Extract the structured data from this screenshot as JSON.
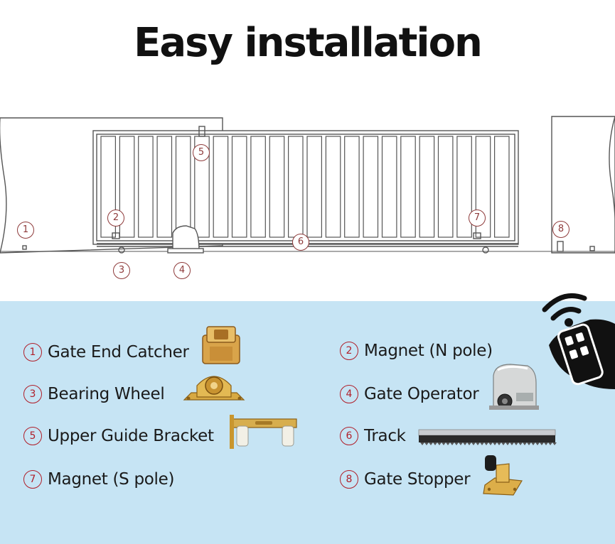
{
  "title": "Easy installation",
  "diagram_markers": [
    "1",
    "2",
    "3",
    "4",
    "5",
    "6",
    "7",
    "8"
  ],
  "legend": [
    {
      "num": "1",
      "label": "Gate End Catcher",
      "icon": "gate-end-catcher-icon"
    },
    {
      "num": "2",
      "label": "Magnet (N pole)",
      "icon": ""
    },
    {
      "num": "3",
      "label": "Bearing Wheel",
      "icon": "bearing-wheel-icon"
    },
    {
      "num": "4",
      "label": "Gate Operator",
      "icon": "gate-operator-icon"
    },
    {
      "num": "5",
      "label": "Upper Guide Bracket",
      "icon": "upper-guide-bracket-icon"
    },
    {
      "num": "6",
      "label": "Track",
      "icon": "track-icon"
    },
    {
      "num": "7",
      "label": "Magnet (S pole)",
      "icon": ""
    },
    {
      "num": "8",
      "label": "Gate Stopper",
      "icon": "gate-stopper-icon"
    }
  ],
  "colors": {
    "panel": "#c6e4f4",
    "marker": "#b01f2a",
    "line": "#555555"
  }
}
